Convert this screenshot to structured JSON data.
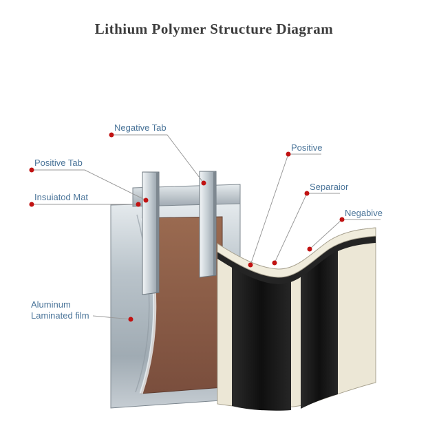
{
  "title": "Lithium Polymer Structure Diagram",
  "labels": {
    "negative_tab": "Negative Tab",
    "positive_tab": "Positive Tab",
    "insulated_mat": "Insuiatod Mat",
    "aluminum_line1": "Aluminum",
    "aluminum_line2": "Laminated film",
    "positive": "Positive",
    "separator": "Separaior",
    "negative": "Negabive"
  },
  "colors": {
    "title_text": "#3b3b3b",
    "label_text": "#4a7499",
    "marker_dot": "#c11212",
    "leader_line": "#9a9a9a",
    "casing_silver": "#b9c3ca",
    "interior_copper": "#8a5a46",
    "sheet_cream": "#ece7d6",
    "layer_black": "#151515",
    "background": "#ffffff"
  }
}
